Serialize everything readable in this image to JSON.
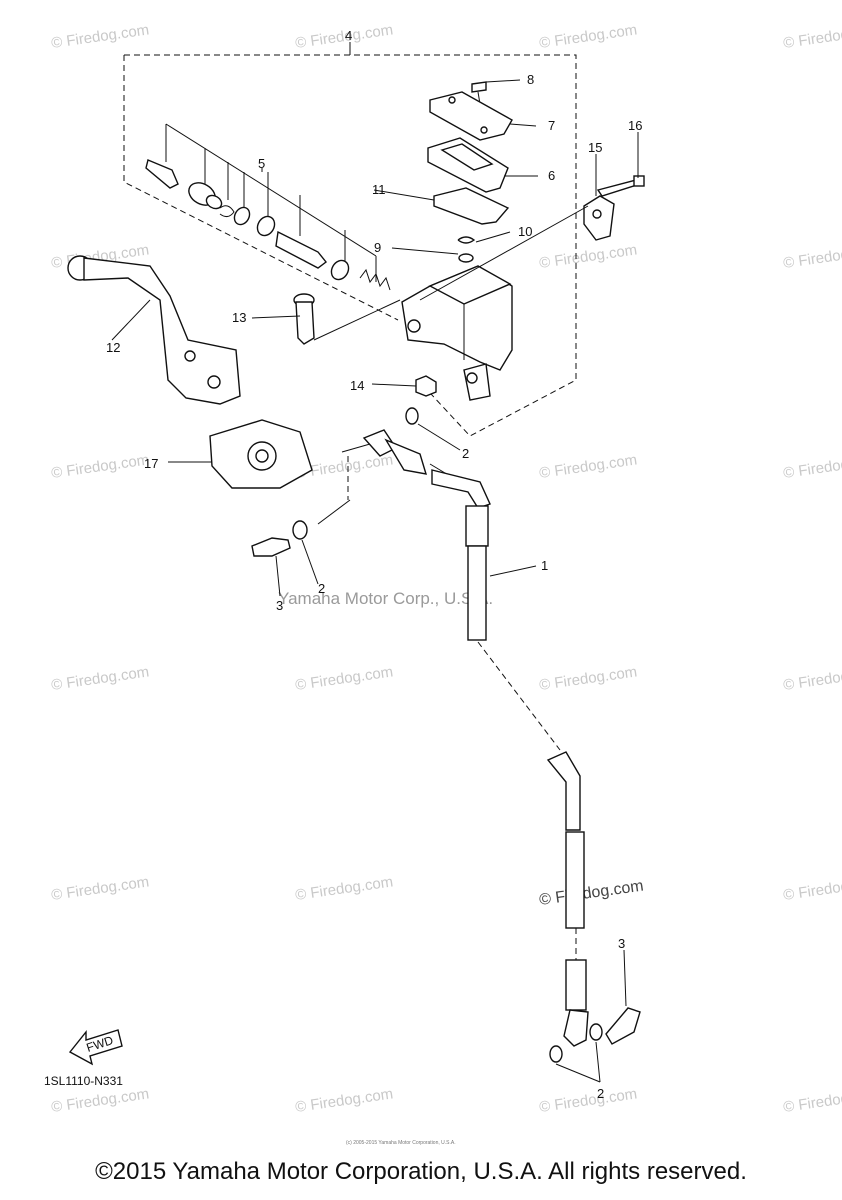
{
  "diagram": {
    "callouts": [
      "1",
      "2",
      "2",
      "2",
      "3",
      "3",
      "4",
      "5",
      "6",
      "7",
      "8",
      "9",
      "10",
      "11",
      "12",
      "13",
      "14",
      "15",
      "16",
      "17"
    ],
    "part_code": "1SL1110-N331",
    "fwd_label": "FWD",
    "center_watermark": "Yamaha Motor Corp., U.S.A.",
    "firedog_watermark": "© Firedog.com",
    "small_copyright": "(c) 2005-2015 Yamaha Motor Corporation, U.S.A.",
    "footer": "©2015 Yamaha Motor Corporation, U.S.A. All rights reserved."
  }
}
